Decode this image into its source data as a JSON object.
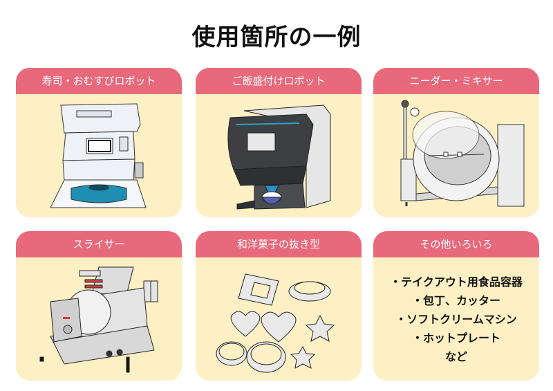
{
  "page": {
    "title": "使用箇所の一例"
  },
  "colors": {
    "header_bg": "#e8697b",
    "card_bg": "#fdf0c4",
    "title_text": "#111111"
  },
  "cards": [
    {
      "label": "寿司・おむすびロボット",
      "icon": "sushi-robot-illustration"
    },
    {
      "label": "ご飯盛付けロボット",
      "icon": "rice-serving-robot-illustration"
    },
    {
      "label": "ニーダー・ミキサー",
      "icon": "kneader-mixer-illustration"
    },
    {
      "label": "スライサー",
      "icon": "slicer-illustration"
    },
    {
      "label": "和洋菓子の抜き型",
      "icon": "confectionery-cutter-illustration"
    },
    {
      "label": "その他いろいろ",
      "icon": "none"
    }
  ],
  "other_items": [
    "・テイクアウト用食品容器",
    "・包丁、カッター",
    "・ソフトクリームマシン",
    "・ホットプレート",
    "など"
  ]
}
